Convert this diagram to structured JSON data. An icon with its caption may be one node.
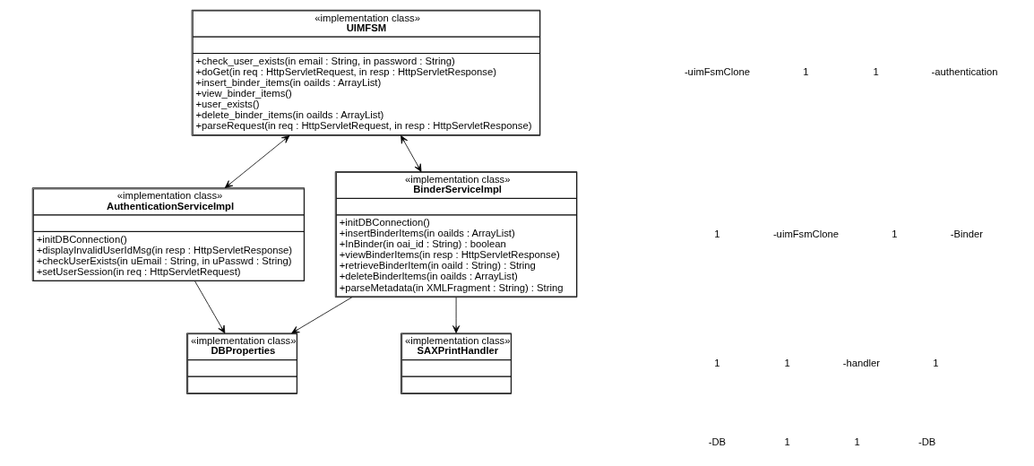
{
  "diagram": {
    "nodes": [
      {
        "text": [
          "«implementation class»",
          "UIMFSM",
          "+check_user_exists(in email : String, in password : String)",
          "+doGet(in req : HttpServletRequest, in resp : HttpServletResponse)",
          "+insert_binder_items(in oailds : ArrayList)",
          "+view_binder_items()",
          "+user_exists()",
          "+delete_binder_items(in oailds : ArrayList)",
          "+parseRequest(in req : HttpServletRequest, in resp : HttpServletResponse)"
        ]
      },
      {
        "text": [
          "«implementation class»",
          "AuthenticationServiceImpl",
          "+initDBConnection()",
          "+displayInvalidUserIdMsg(in resp : HttpServletResponse)",
          "+checkUserExists(in uEmail : String, in uPasswd : String)",
          "+setUserSession(in req : HttpServletRequest)"
        ]
      },
      {
        "text": [
          "«implementation class»",
          "BinderServiceImpl",
          "+initDBConnection()",
          "+insertBinderItems(in oailds : ArrayList)",
          "+InBinder(in oai_id : String) : boolean",
          "+viewBinderItems(in resp : HttpServletResponse)",
          "+retrieveBinderItem(in oaild : String) : String",
          "+deleteBinderItems(in oailds : ArrayList)",
          "+parseMetadata(in XMLFragment : String) : String"
        ]
      },
      {
        "text": [
          "«implementation class»",
          "SAXPrintHandler"
        ]
      },
      {
        "text": [
          "«implementation class»",
          "DBProperties"
        ]
      }
    ],
    "edges": [
      {
        "from": 0,
        "to": 1,
        "arrow": "both"
      },
      {
        "from": 0,
        "to": 2,
        "arrow": "both"
      },
      {
        "from": 2,
        "to": 3,
        "arrow": "to"
      },
      {
        "from": 2,
        "to": 4,
        "arrow": "to"
      },
      {
        "from": 1,
        "to": 4,
        "arrow": "to"
      }
    ],
    "labels": [
      "-uimFsmClone",
      "1",
      "1",
      "-authentication",
      "1",
      "-uimFsmClone",
      "1",
      "-Binder",
      "1",
      "1",
      "-handler",
      "1",
      "-DB",
      "1",
      "1",
      "-DB"
    ]
  }
}
